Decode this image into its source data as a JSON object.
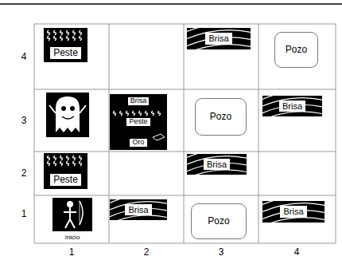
{
  "diagram": {
    "nodes": [
      {
        "text": [
          "Peste"
        ]
      },
      {
        "text": [
          "Brisa"
        ]
      },
      {
        "text": [
          "Pozo"
        ]
      },
      {
        "text": [
          "Brisa",
          "Peste",
          "Oro"
        ]
      },
      {
        "text": [
          "Pozo"
        ]
      },
      {
        "text": [
          "Brisa"
        ]
      },
      {
        "text": [
          "Peste"
        ]
      },
      {
        "text": [
          "Brisa"
        ]
      },
      {
        "text": [
          "Brisa"
        ]
      },
      {
        "text": [
          "Pozo"
        ]
      },
      {
        "text": [
          "Brisa"
        ]
      }
    ],
    "labels": [
      "4",
      "3",
      "2",
      "1",
      "Inicio",
      "1",
      "2",
      "3",
      "4"
    ]
  }
}
